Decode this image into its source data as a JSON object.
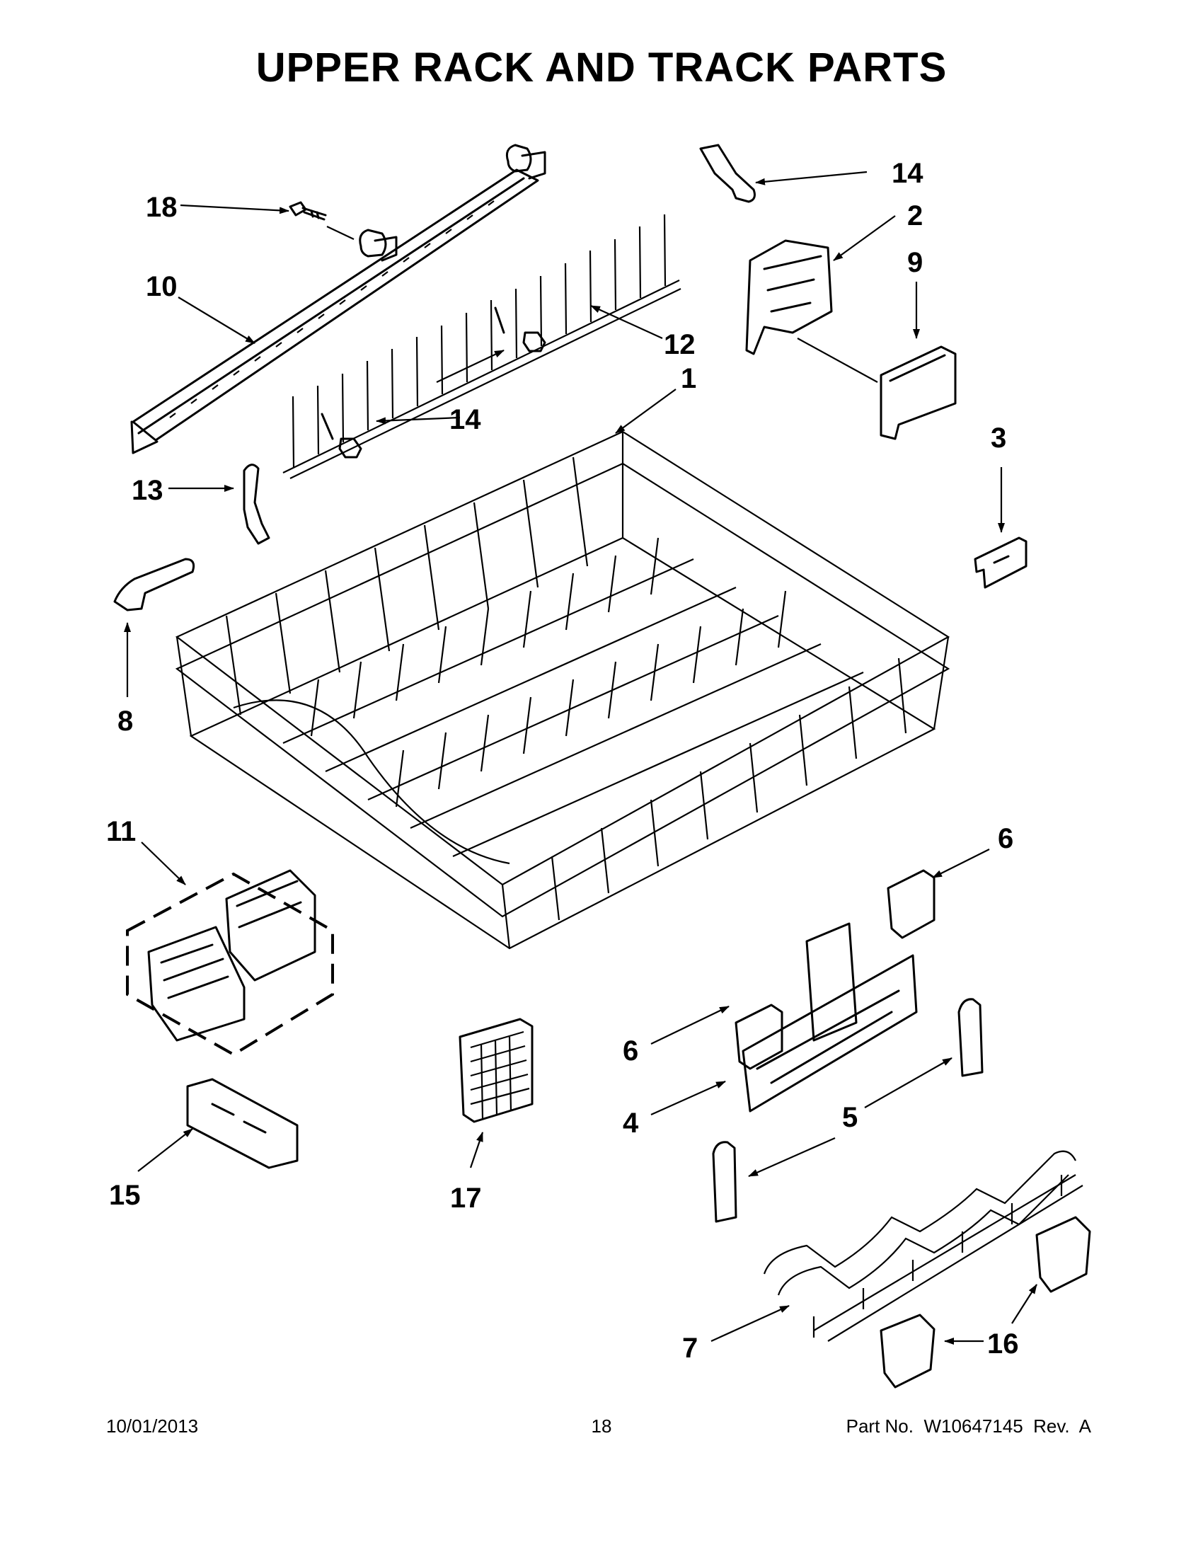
{
  "page": {
    "title": "UPPER RACK AND TRACK PARTS",
    "footer": {
      "date": "10/01/2013",
      "page_number": "18",
      "part_number": "Part No.  W10647145  Rev.  A"
    }
  },
  "callouts": [
    {
      "id": "c1",
      "label": "1"
    },
    {
      "id": "c2",
      "label": "2"
    },
    {
      "id": "c3",
      "label": "3"
    },
    {
      "id": "c4",
      "label": "4"
    },
    {
      "id": "c5",
      "label": "5"
    },
    {
      "id": "c6a",
      "label": "6"
    },
    {
      "id": "c6b",
      "label": "6"
    },
    {
      "id": "c7",
      "label": "7"
    },
    {
      "id": "c8",
      "label": "8"
    },
    {
      "id": "c9",
      "label": "9"
    },
    {
      "id": "c10",
      "label": "10"
    },
    {
      "id": "c11",
      "label": "11"
    },
    {
      "id": "c12",
      "label": "12"
    },
    {
      "id": "c13",
      "label": "13"
    },
    {
      "id": "c14a",
      "label": "14"
    },
    {
      "id": "c14b",
      "label": "14"
    },
    {
      "id": "c15",
      "label": "15"
    },
    {
      "id": "c16",
      "label": "16"
    },
    {
      "id": "c17",
      "label": "17"
    },
    {
      "id": "c18",
      "label": "18"
    }
  ]
}
